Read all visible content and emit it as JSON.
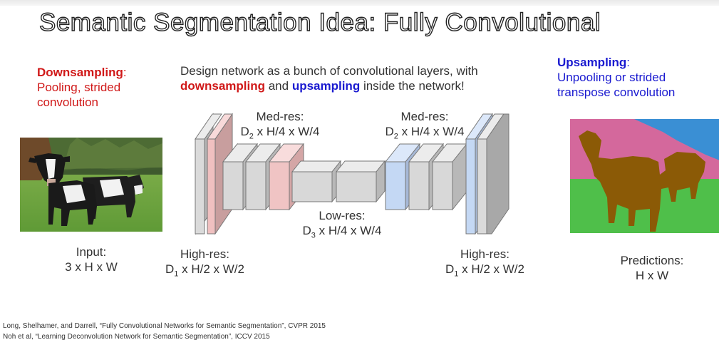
{
  "title": "Semantic Segmentation Idea: Fully Convolutional",
  "left_note": {
    "heading": "Downsampling",
    "colon": ":",
    "line1": "Pooling, strided",
    "line2": "convolution"
  },
  "center_note": {
    "line1": "Design network as a bunch of convolutional layers, with",
    "down": "downsampling",
    "and": " and ",
    "up": "upsampling",
    "rest": " inside the network!"
  },
  "right_note": {
    "heading": "Upsampling",
    "colon": ":",
    "line1": "Unpooling or strided",
    "line2": "transpose convolution"
  },
  "input_label": {
    "line1": "Input:",
    "line2": "3 x H x W"
  },
  "predictions_label": {
    "line1": "Predictions:",
    "line2": "H x W"
  },
  "labels": {
    "med_res_left": {
      "title": "Med-res:",
      "d": "D",
      "sub": "2",
      "rest": " x H/4 x W/4"
    },
    "med_res_right": {
      "title": "Med-res:",
      "d": "D",
      "sub": "2",
      "rest": " x H/4 x W/4"
    },
    "low_res": {
      "title": "Low-res:",
      "d": "D",
      "sub": "3",
      "rest": " x H/4 x W/4"
    },
    "high_res_left": {
      "title": "High-res:",
      "d": "D",
      "sub": "1",
      "rest": " x H/2 x W/2"
    },
    "high_res_right": {
      "title": "High-res:",
      "d": "D",
      "sub": "1",
      "rest": " x H/2 x W/2"
    }
  },
  "references": [
    "Long, Shelhamer, and Darrell, “Fully Convolutional Networks for Semantic Segmentation”, CVPR 2015",
    "Noh et al, “Learning Deconvolution Network for Semantic Segmentation”, ICCV 2015"
  ],
  "colors": {
    "downsampling": "#d01818",
    "upsampling": "#1a1ad0",
    "layer_gray": "#d3d3d3",
    "layer_pink": "#f2c4c4",
    "layer_blue": "#c4d8f4",
    "seg_sky_pink": "#d4689c",
    "seg_sky_blue": "#3a8fd4",
    "seg_grass": "#4fbf4a",
    "seg_cow": "#8b5a06"
  }
}
